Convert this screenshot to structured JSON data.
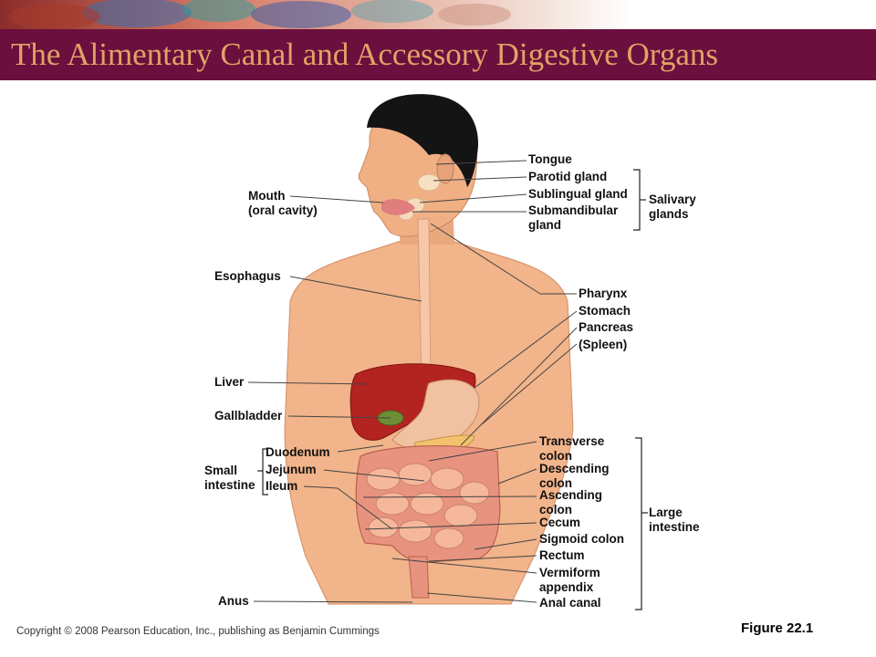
{
  "title": "The Alimentary Canal and Accessory Digestive Organs",
  "labels": {
    "tongue": "Tongue",
    "parotid": "Parotid gland",
    "sublingual": "Sublingual gland",
    "submandibular_1": "Submandibular",
    "submandibular_2": "gland",
    "salivary_1": "Salivary",
    "salivary_2": "glands",
    "mouth_1": "Mouth",
    "mouth_2": "(oral cavity)",
    "esophagus": "Esophagus",
    "pharynx": "Pharynx",
    "stomach": "Stomach",
    "pancreas": "Pancreas",
    "spleen": "(Spleen)",
    "liver": "Liver",
    "gallbladder": "Gallbladder",
    "duodenum": "Duodenum",
    "jejunum": "Jejunum",
    "ileum": "Ileum",
    "small_1": "Small",
    "small_2": "intestine",
    "transverse_1": "Transverse",
    "transverse_2": "colon",
    "descending_1": "Descending",
    "descending_2": "colon",
    "ascending_1": "Ascending",
    "ascending_2": "colon",
    "cecum": "Cecum",
    "sigmoid": "Sigmoid colon",
    "rectum": "Rectum",
    "vermiform_1": "Vermiform",
    "vermiform_2": "appendix",
    "anal_canal": "Anal canal",
    "large_1": "Large",
    "large_2": "intestine",
    "anus": "Anus"
  },
  "footer": {
    "copyright": "Copyright © 2008 Pearson Education, Inc., publishing as Benjamin Cummings",
    "figure": "Figure 22.1"
  },
  "colors": {
    "title_bar": "#6b0f3e",
    "title_text": "#e1a266",
    "skin": "#f2b48a",
    "liver": "#b3231f",
    "intestine": "#f0a58a",
    "large_intestine": "#e46f5c",
    "hair": "#141414"
  }
}
